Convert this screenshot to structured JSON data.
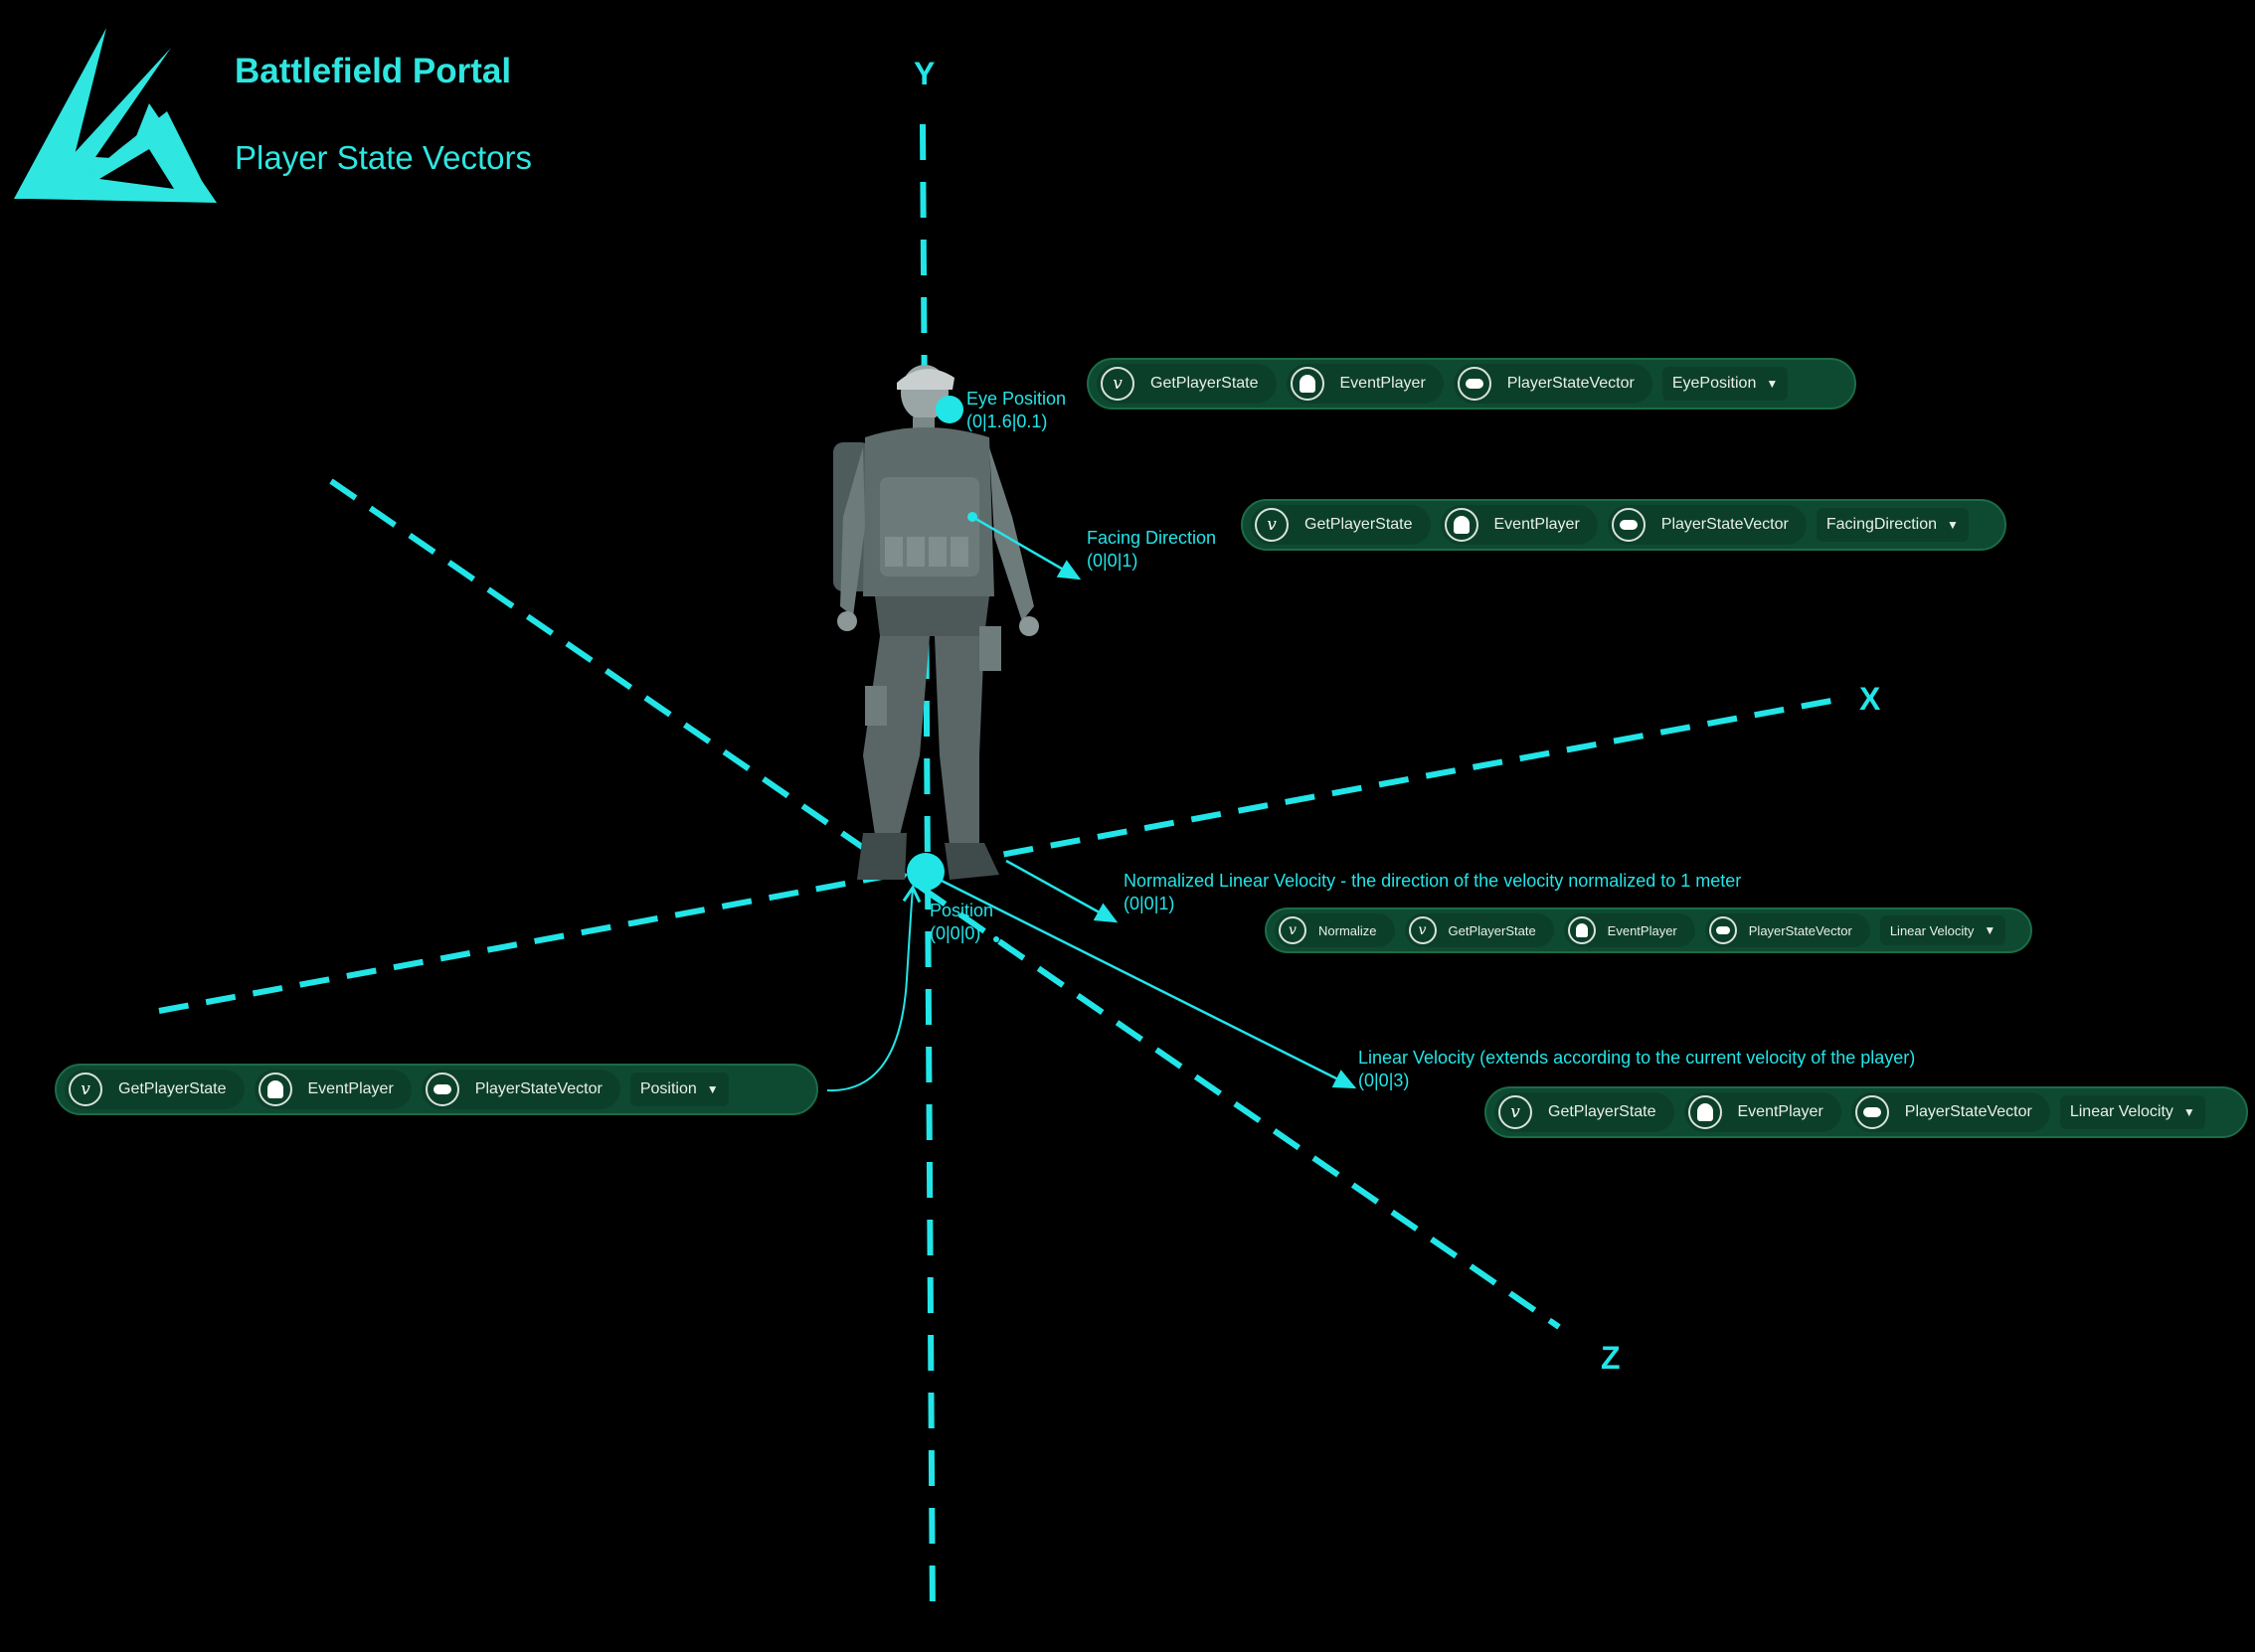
{
  "brand": {
    "title": "Battlefield Portal",
    "subtitle": "Player State Vectors",
    "accent_color": "#2FE6E0",
    "block_color": "#0E4A31"
  },
  "axes": {
    "x": "X",
    "y": "Y",
    "z": "Z"
  },
  "annotations": {
    "eye_position": {
      "title": "Eye Position",
      "value": "(0|1.6|0.1)"
    },
    "facing_direction": {
      "title": "Facing Direction",
      "value": "(0|0|1)"
    },
    "normalized_velocity": {
      "title": "Normalized Linear Velocity -  the direction of the velocity normalized to 1 meter",
      "value": "(0|0|1)"
    },
    "position": {
      "title": "Position",
      "value": "(0|0|0)"
    },
    "linear_velocity": {
      "title": "Linear Velocity (extends according to the current velocity of the player)",
      "value": "(0|0|3)"
    }
  },
  "blocks": {
    "eye": {
      "get": "GetPlayerState",
      "player": "EventPlayer",
      "vector": "PlayerStateVector",
      "option": "EyePosition"
    },
    "facing": {
      "get": "GetPlayerState",
      "player": "EventPlayer",
      "vector": "PlayerStateVector",
      "option": "FacingDirection"
    },
    "normalized": {
      "normalize": "Normalize",
      "get": "GetPlayerState",
      "player": "EventPlayer",
      "vector": "PlayerStateVector",
      "option": "Linear Velocity"
    },
    "position": {
      "get": "GetPlayerState",
      "player": "EventPlayer",
      "vector": "PlayerStateVector",
      "option": "Position"
    },
    "linear": {
      "get": "GetPlayerState",
      "player": "EventPlayer",
      "vector": "PlayerStateVector",
      "option": "Linear Velocity"
    }
  },
  "icons": {
    "function": "function-v-icon",
    "player": "player-icon",
    "enum": "enum-icon",
    "dropdown": "caret-down-icon",
    "logo": "battlefield-logo"
  }
}
